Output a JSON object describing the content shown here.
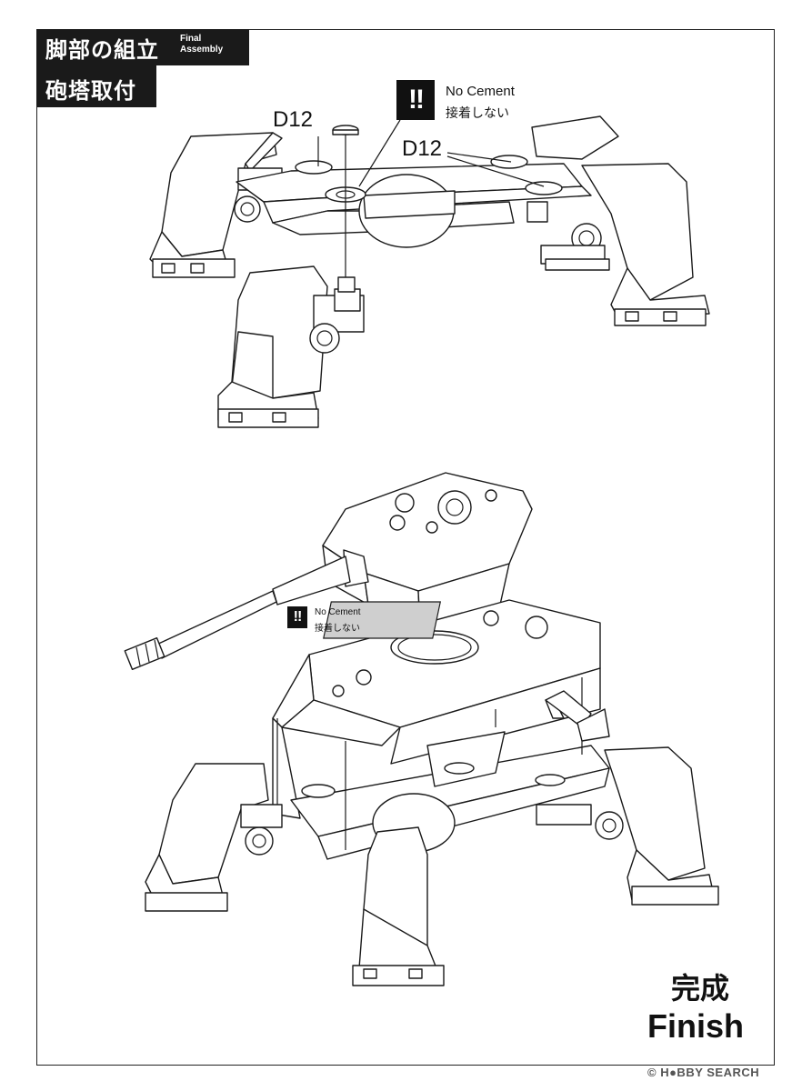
{
  "header": {
    "title_jp_line1": "脚部の組立",
    "title_jp_line2": "砲塔取付",
    "title_en_line1": "Final",
    "title_en_line2": "Assembly"
  },
  "step_top": {
    "warning_icon": "!!",
    "note_en": "No Cement",
    "note_jp": "接着しない",
    "part_label_left": "D12",
    "part_label_right": "D12"
  },
  "step_bottom": {
    "warning_icon": "!!",
    "note_en": "No Cement",
    "note_jp": "接着しない"
  },
  "finish": {
    "label_jp": "完成",
    "label_en": "Finish"
  },
  "watermark": "© H●BBY SEARCH"
}
